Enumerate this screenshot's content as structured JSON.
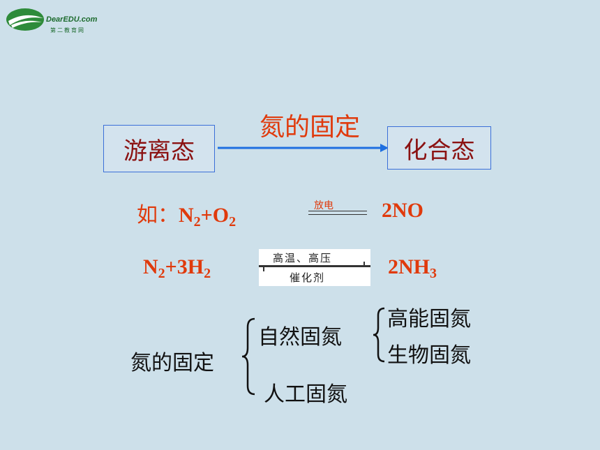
{
  "logo": {
    "text": "DearEDU.com",
    "sub": "第二教育网"
  },
  "diagram": {
    "left_box": "游离态",
    "right_box": "化合态",
    "arrow_label": "氮的固定"
  },
  "equations": {
    "eq1": {
      "prefix": "如：",
      "left": "N",
      "sub1": "2",
      "mid": "+O",
      "sub2": "2",
      "condition": "放电",
      "right": "2NO"
    },
    "eq2": {
      "left": "N",
      "sub1": "2",
      "mid": "+3H",
      "sub2": "2",
      "condition_top": "高温、高压",
      "condition_bottom": "催化剂",
      "right": "2NH",
      "sub3": "3"
    }
  },
  "classification": {
    "root": "氮的固定",
    "natural": "自然固氮",
    "artificial": "人工固氮",
    "high_energy": "高能固氮",
    "biological": "生物固氮"
  },
  "colors": {
    "red": "#e03a0c",
    "darkred": "#8b1212",
    "box_border": "#3a6fd8",
    "arrow": "#1e6fe0",
    "bg": "#cde0ea"
  }
}
